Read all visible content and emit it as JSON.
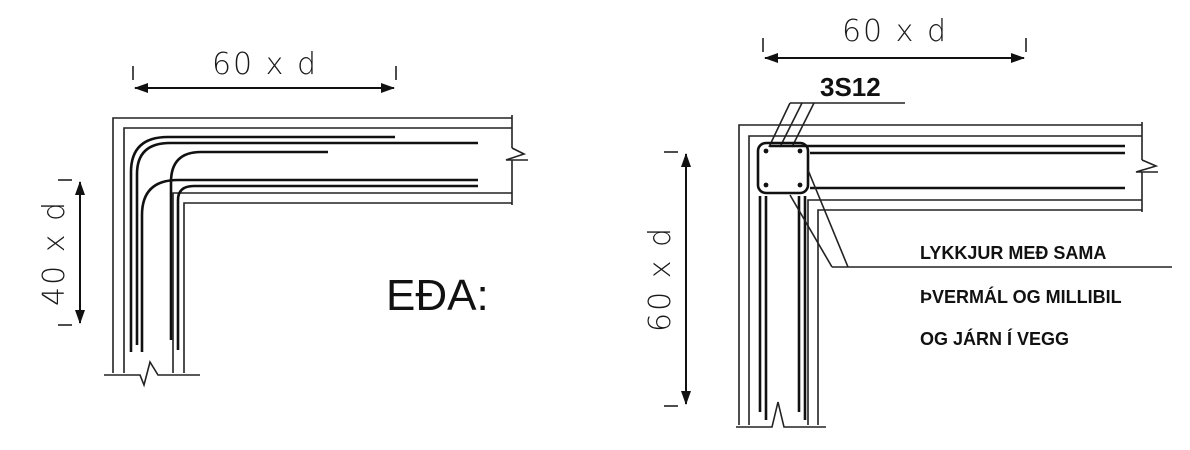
{
  "left_detail": {
    "dim_horizontal": "60  x  d",
    "dim_vertical": "40  x  d"
  },
  "separator": "EÐA:",
  "right_detail": {
    "dim_horizontal": "60  x  d",
    "dim_vertical": "60  x  d",
    "bar_mark": "3S12",
    "note_lines": [
      "LYKKJUR MEÐ SAMA",
      "ÞVERMÁL OG MILLIBIL",
      "OG JÁRN Í VEGG"
    ]
  }
}
